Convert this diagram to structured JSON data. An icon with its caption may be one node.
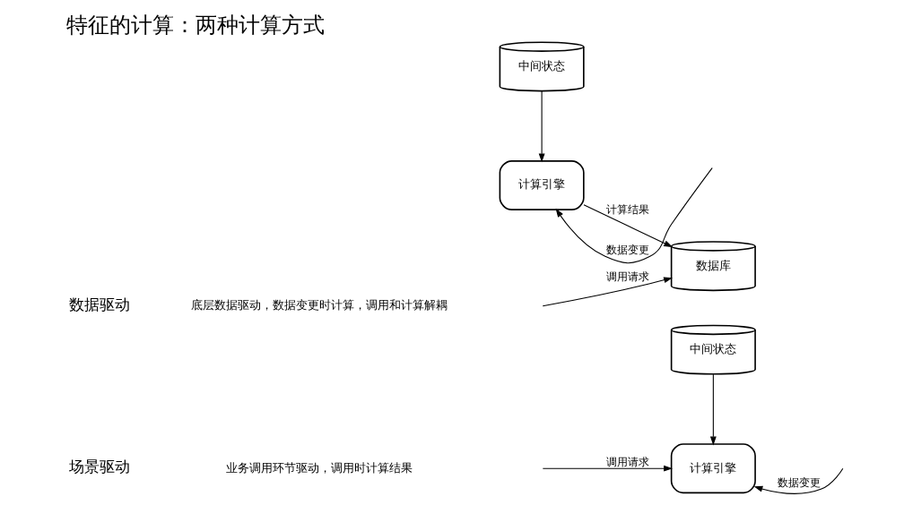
{
  "diagram": {
    "title": "特征的计算：两种计算方式",
    "nodes": [
      {
        "text": [
          "计算引擎"
        ]
      },
      {
        "text": [
          "中间状态"
        ]
      },
      {
        "text": [
          "数据库"
        ]
      },
      {
        "text": [
          "计算引擎"
        ]
      },
      {
        "text": [
          "中间状态"
        ]
      }
    ],
    "edges": [
      {
        "from": null,
        "to": 0,
        "arrow": "to",
        "label": "调用请求"
      },
      {
        "from": null,
        "to": 0,
        "arrow": "to",
        "label": "数据变更"
      },
      {
        "from": 1,
        "to": 0,
        "arrow": "to"
      },
      {
        "from": null,
        "to": 2,
        "arrow": "to",
        "label": "调用请求"
      },
      {
        "from": 3,
        "to": 2,
        "arrow": "to",
        "label": "计算结果"
      },
      {
        "from": null,
        "to": 3,
        "arrow": "to",
        "label": "数据变更"
      },
      {
        "from": 4,
        "to": 3,
        "arrow": "to"
      }
    ],
    "labels": [
      "场景驱动",
      "业务调用环节驱动，调用时计算结果",
      "数据驱动",
      "底层数据驱动，数据变更时计算，调用和计算解耦"
    ]
  }
}
